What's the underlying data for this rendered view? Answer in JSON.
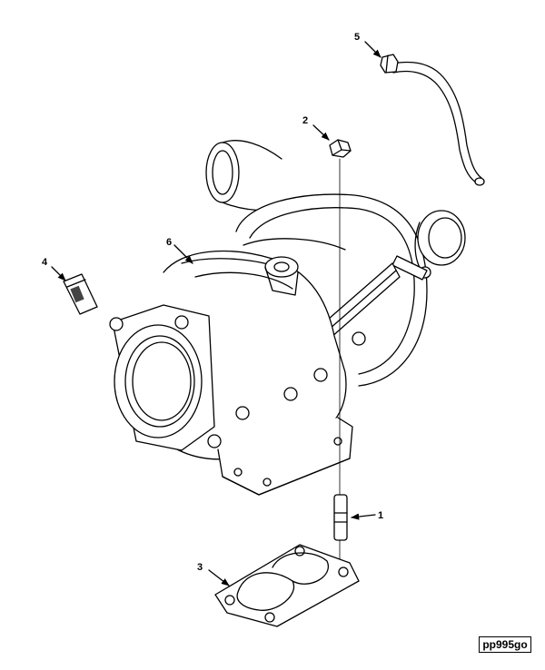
{
  "figure": {
    "reference_code": "pp995go",
    "callouts": [
      {
        "id": "1",
        "label": "1"
      },
      {
        "id": "2",
        "label": "2"
      },
      {
        "id": "3",
        "label": "3"
      },
      {
        "id": "4",
        "label": "4"
      },
      {
        "id": "5",
        "label": "5"
      },
      {
        "id": "6",
        "label": "6"
      }
    ]
  }
}
